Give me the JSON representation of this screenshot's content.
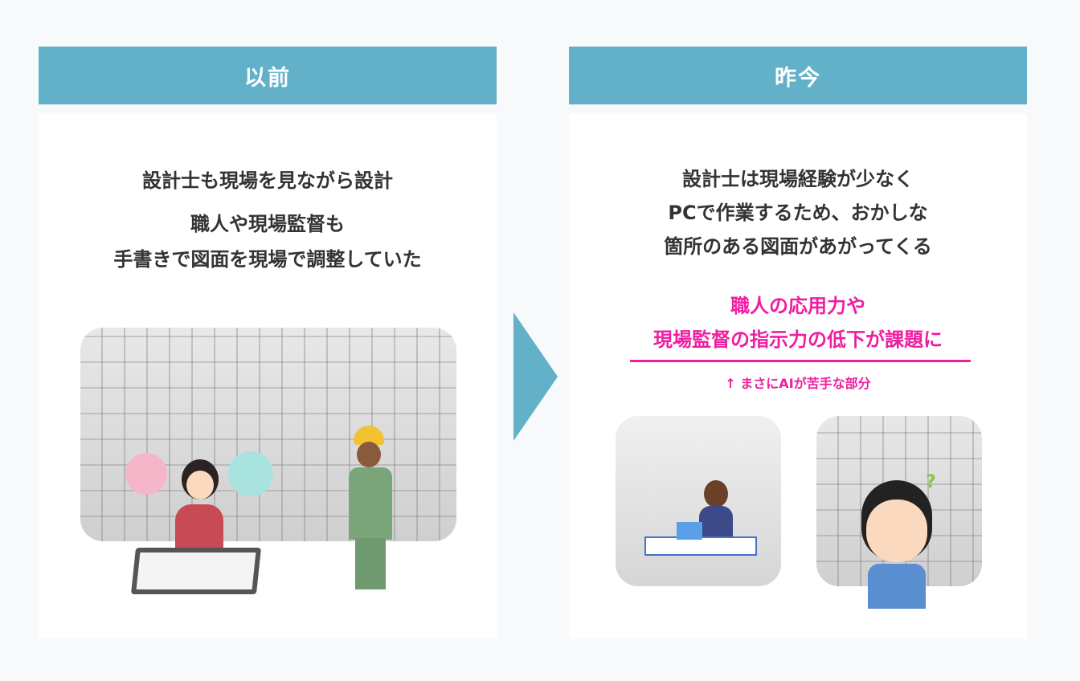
{
  "left": {
    "header": "以前",
    "lines1": [
      "設計士も現場を見ながら設計"
    ],
    "lines2": [
      "職人や現場監督も",
      "手書きで図面を現場で調整していた"
    ]
  },
  "right": {
    "header": "昨今",
    "lines1": [
      "設計士は現場経験が少なく",
      "PCで作業するため、おかしな",
      "箇所のある図面があがってくる"
    ],
    "highlight": [
      "職人の応用力や",
      "現場監督の指示力の低下が課題に"
    ],
    "note": "↑ まさにAIが苦手な部分"
  },
  "colors": {
    "accent": "#63b1c8",
    "highlight": "#ee1ea0"
  }
}
